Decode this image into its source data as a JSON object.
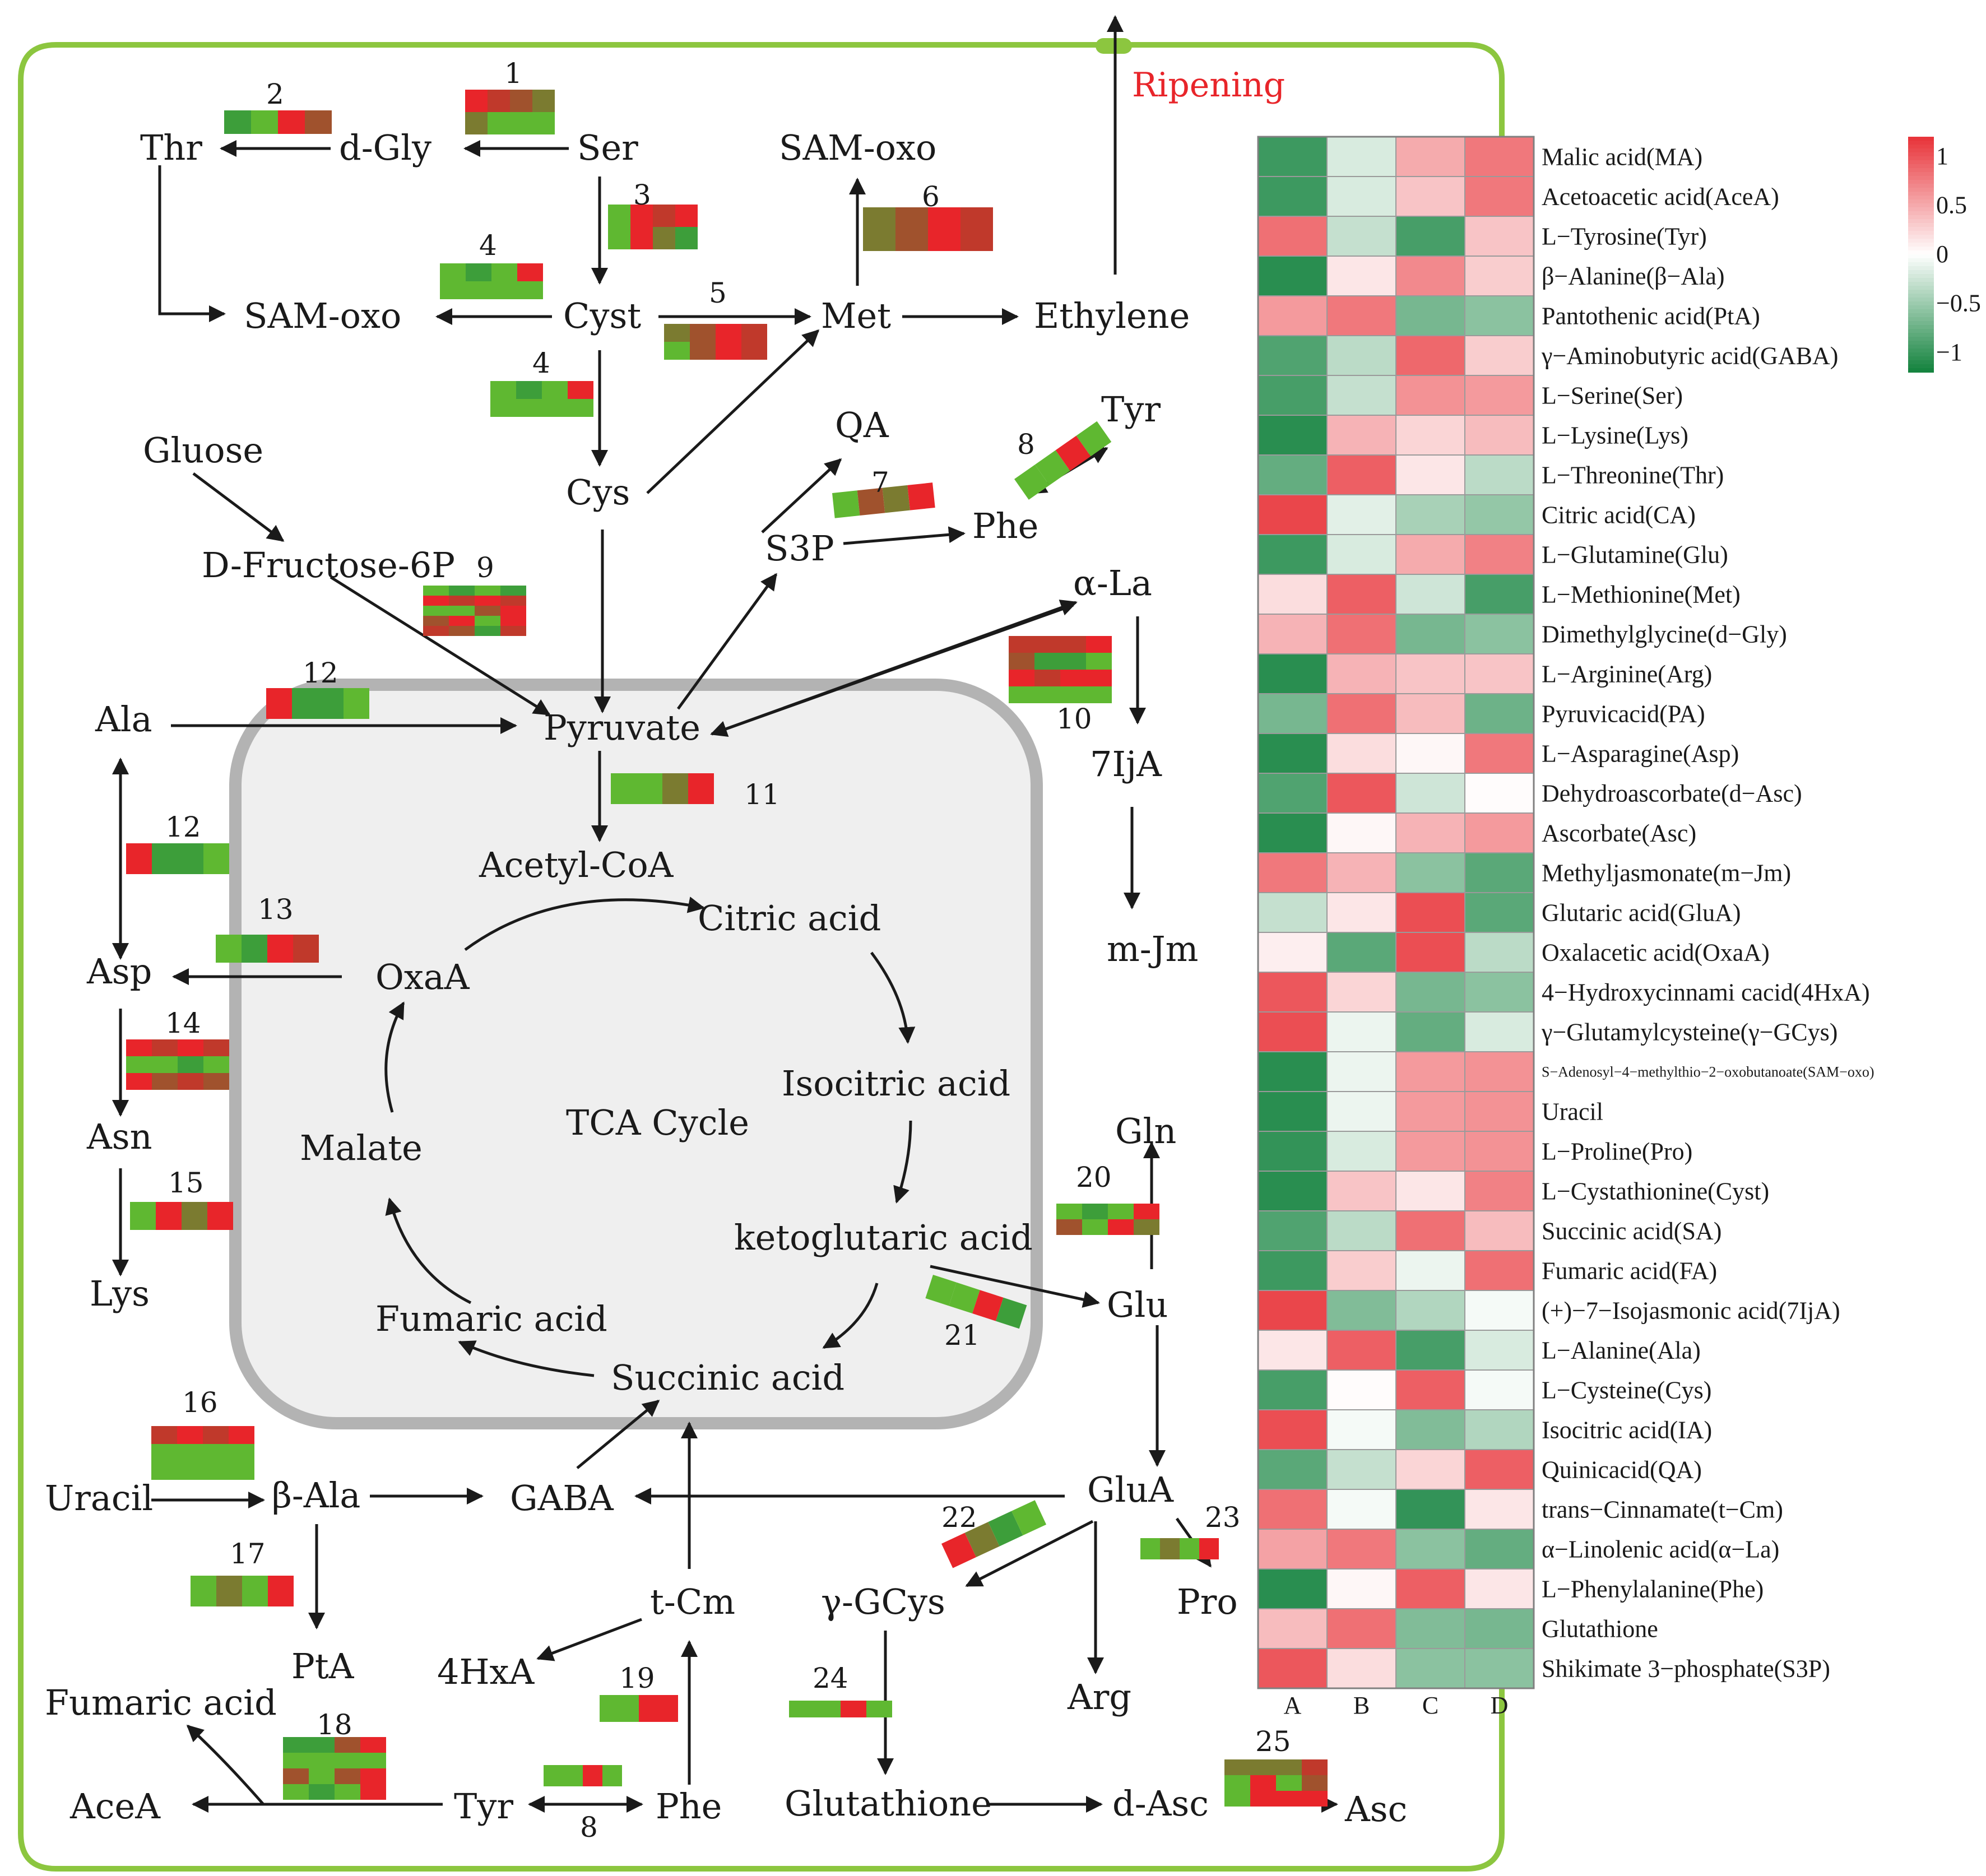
{
  "colors": {
    "membrane": "#8cc63f",
    "mito_fill": "#efefef",
    "mito_stroke": "#b3b3b3",
    "ripening": "#e8252a",
    "cell_red": "#e8252a",
    "cell_darkred": "#c0392b",
    "cell_olive": "#7b7b30",
    "cell_green": "#5fb831",
    "cell_darkgreen": "#3d9e3a",
    "cell_brown": "#a0522d"
  },
  "labels": {
    "ripening": "Ripening",
    "tca": "TCA Cycle",
    "Thr": "Thr",
    "dGly": "d-Gly",
    "Ser": "Ser",
    "SAMoxo1": "SAM-oxo",
    "SAMoxo2": "SAM-oxo",
    "Cyst": "Cyst",
    "Met": "Met",
    "Ethylene": "Ethylene",
    "Cys": "Cys",
    "Gluose": "Gluose",
    "Fructose": "D-Fructose-6P",
    "QA": "QA",
    "Tyr1": "Tyr",
    "Phe1": "Phe",
    "S3P": "S3P",
    "aLa": "α-La",
    "IjA": "7IjA",
    "mJm": "m-Jm",
    "Ala": "Ala",
    "Pyruvate": "Pyruvate",
    "AcetylCoA": "Acetyl-CoA",
    "Citric": "Citric acid",
    "OxaA": "OxaA",
    "Asp": "Asp",
    "Isocitric": "Isocitric acid",
    "Asn": "Asn",
    "Malate": "Malate",
    "Keto": "ketoglutaric acid",
    "Gln": "Gln",
    "Lys": "Lys",
    "Fumaric1": "Fumaric acid",
    "Glu": "Glu",
    "Succinic": "Succinic acid",
    "Uracil": "Uracil",
    "bAla": "β-Ala",
    "GABA": "GABA",
    "GluA": "GluA",
    "tCm": "t-Cm",
    "gGCys": "γ-GCys",
    "Pro": "Pro",
    "HxA": "4HxA",
    "PtA": "PtA",
    "Arg": "Arg",
    "Fumaric2": "Fumaric acid",
    "AceA": "AceA",
    "Tyr2": "Tyr",
    "Phe2": "Phe",
    "Glutathione": "Glutathione",
    "dAsc": "d-Asc",
    "Asc": "Asc"
  },
  "numbers": {
    "n1": "1",
    "n2": "2",
    "n3": "3",
    "n4a": "4",
    "n4b": "4",
    "n5": "5",
    "n6": "6",
    "n7": "7",
    "n8a": "8",
    "n8b": "8",
    "n9": "9",
    "n10": "10",
    "n11": "11",
    "n12a": "12",
    "n12b": "12",
    "n13": "13",
    "n14": "14",
    "n15": "15",
    "n16": "16",
    "n17": "17",
    "n18": "18",
    "n19": "19",
    "n20": "20",
    "n21": "21",
    "n22": "22",
    "n23": "23",
    "n24": "24",
    "n25": "25"
  },
  "chart_data": {
    "type": "heatmap",
    "columns": [
      "A",
      "B",
      "C",
      "D"
    ],
    "colorbar_ticks": [
      "1",
      "0.5",
      "0",
      "−0.5",
      "−1"
    ],
    "range": [
      -1.2,
      1.2
    ],
    "rows": [
      {
        "label": "Malic acid(MA)",
        "values": [
          -1.0,
          -0.2,
          0.5,
          0.8
        ]
      },
      {
        "label": "Acetoacetic acid(AceA)",
        "values": [
          -1.0,
          -0.2,
          0.35,
          0.8
        ]
      },
      {
        "label": "L−Tyrosine(Tyr)",
        "values": [
          0.85,
          -0.3,
          -0.95,
          0.35
        ]
      },
      {
        "label": "β−Alanine(β−Ala)",
        "values": [
          -1.1,
          0.15,
          0.7,
          0.3
        ]
      },
      {
        "label": "Pantothenic acid(PtA)",
        "values": [
          0.6,
          0.8,
          -0.7,
          -0.6
        ]
      },
      {
        "label": "γ−Aminobutyric acid(GABA)",
        "values": [
          -0.9,
          -0.35,
          0.9,
          0.3
        ]
      },
      {
        "label": "L−Serine(Ser)",
        "values": [
          -0.95,
          -0.3,
          0.65,
          0.6
        ]
      },
      {
        "label": "L−Lysine(Lys)",
        "values": [
          -1.1,
          0.45,
          0.25,
          0.4
        ]
      },
      {
        "label": "L−Threonine(Thr)",
        "values": [
          -0.8,
          0.95,
          0.15,
          -0.35
        ]
      },
      {
        "label": "Citric acid(CA)",
        "values": [
          1.1,
          -0.15,
          -0.45,
          -0.55
        ]
      },
      {
        "label": "L−Glutamine(Glu)",
        "values": [
          -1.0,
          -0.2,
          0.5,
          0.75
        ]
      },
      {
        "label": "L−Methionine(Met)",
        "values": [
          0.2,
          0.95,
          -0.25,
          -0.95
        ]
      },
      {
        "label": "Dimethylglycine(d−Gly)",
        "values": [
          0.45,
          0.85,
          -0.7,
          -0.6
        ]
      },
      {
        "label": "L−Arginine(Arg)",
        "values": [
          -1.1,
          0.45,
          0.35,
          0.35
        ]
      },
      {
        "label": "Pyruvicacid(PA)",
        "values": [
          -0.7,
          0.85,
          0.4,
          -0.75
        ]
      },
      {
        "label": "L−Asparagine(Asp)",
        "values": [
          -1.1,
          0.2,
          0.05,
          0.8
        ]
      },
      {
        "label": "Dehydroascorbate(d−Asc)",
        "values": [
          -0.9,
          1.0,
          -0.25,
          0.02
        ]
      },
      {
        "label": "Ascorbate(Asc)",
        "values": [
          -1.1,
          0.05,
          0.45,
          0.6
        ]
      },
      {
        "label": "Methyljasmonate(m−Jm)",
        "values": [
          0.8,
          0.45,
          -0.6,
          -0.85
        ]
      },
      {
        "label": "Glutaric acid(GluA)",
        "values": [
          -0.3,
          0.15,
          1.05,
          -0.85
        ]
      },
      {
        "label": "Oxalacetic acid(OxaA)",
        "values": [
          0.1,
          -0.85,
          1.05,
          -0.35
        ]
      },
      {
        "label": "4−Hydroxycinnami cacid(4HxA)",
        "values": [
          1.0,
          0.25,
          -0.7,
          -0.6
        ]
      },
      {
        "label": "γ−Glutamylcysteine(γ−GCys)",
        "values": [
          1.05,
          -0.1,
          -0.8,
          -0.2
        ]
      },
      {
        "label": "S−Adenosyl−4−methylthio−2−oxobutanoate(SAM−oxo)",
        "values": [
          -1.1,
          -0.1,
          0.6,
          0.65
        ]
      },
      {
        "label": "Uracil",
        "values": [
          -1.1,
          -0.1,
          0.6,
          0.65
        ]
      },
      {
        "label": "L−Proline(Pro)",
        "values": [
          -1.05,
          -0.2,
          0.6,
          0.65
        ]
      },
      {
        "label": "L−Cystathionine(Cyst)",
        "values": [
          -1.1,
          0.35,
          0.15,
          0.75
        ]
      },
      {
        "label": "Succinic acid(SA)",
        "values": [
          -0.9,
          -0.35,
          0.85,
          0.4
        ]
      },
      {
        "label": "Fumaric acid(FA)",
        "values": [
          -1.0,
          0.3,
          -0.1,
          0.85
        ]
      },
      {
        "label": "(+)−7−Isojasmonic acid(7IjA)",
        "values": [
          1.1,
          -0.65,
          -0.4,
          -0.05
        ]
      },
      {
        "label": "L−Alanine(Ala)",
        "values": [
          0.15,
          0.95,
          -0.95,
          -0.2
        ]
      },
      {
        "label": "L−Cysteine(Cys)",
        "values": [
          -0.95,
          0.02,
          0.95,
          -0.05
        ]
      },
      {
        "label": "Isocitric acid(IA)",
        "values": [
          1.05,
          -0.05,
          -0.65,
          -0.4
        ]
      },
      {
        "label": "Quinicacid(QA)",
        "values": [
          -0.85,
          -0.3,
          0.25,
          0.95
        ]
      },
      {
        "label": "trans−Cinnamate(t−Cm)",
        "values": [
          0.85,
          -0.05,
          -1.05,
          0.15
        ]
      },
      {
        "label": "α−Linolenic acid(α−La)",
        "values": [
          0.55,
          0.8,
          -0.6,
          -0.8
        ]
      },
      {
        "label": "L−Phenylalanine(Phe)",
        "values": [
          -1.1,
          0.05,
          0.95,
          0.15
        ]
      },
      {
        "label": "Glutathione",
        "values": [
          0.4,
          0.85,
          -0.65,
          -0.7
        ]
      },
      {
        "label": "Shikimate 3−phosphate(S3P)",
        "values": [
          1.0,
          0.2,
          -0.6,
          -0.6
        ]
      }
    ]
  }
}
